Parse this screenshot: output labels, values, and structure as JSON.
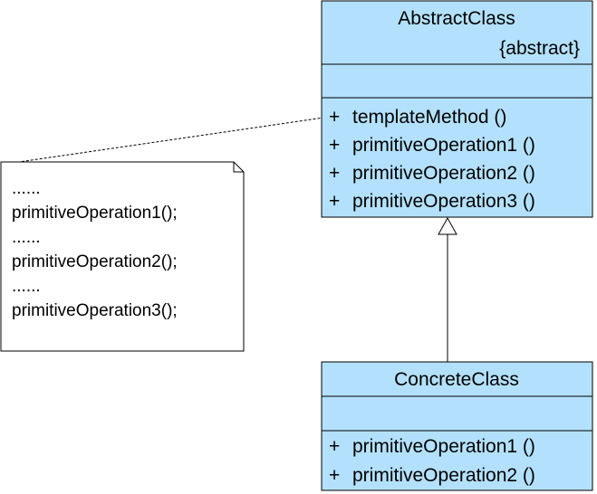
{
  "colors": {
    "class_fill": "#b3e1fd",
    "stroke": "#000000",
    "note_fill": "#ffffff",
    "text": "#000000"
  },
  "abstract_class": {
    "name": "AbstractClass",
    "stereotype": "{abstract}",
    "operations": [
      {
        "visibility": "+",
        "signature": "templateMethod ()"
      },
      {
        "visibility": "+",
        "signature": "primitiveOperation1 ()"
      },
      {
        "visibility": "+",
        "signature": "primitiveOperation2 ()"
      },
      {
        "visibility": "+",
        "signature": "primitiveOperation3 ()"
      }
    ]
  },
  "concrete_class": {
    "name": "ConcreteClass",
    "operations": [
      {
        "visibility": "+",
        "signature": "primitiveOperation1 ()"
      },
      {
        "visibility": "+",
        "signature": "primitiveOperation2 ()"
      }
    ]
  },
  "note": {
    "lines": [
      "......",
      "primitiveOperation1();",
      "......",
      "primitiveOperation2();",
      "......",
      "primitiveOperation3();"
    ]
  }
}
